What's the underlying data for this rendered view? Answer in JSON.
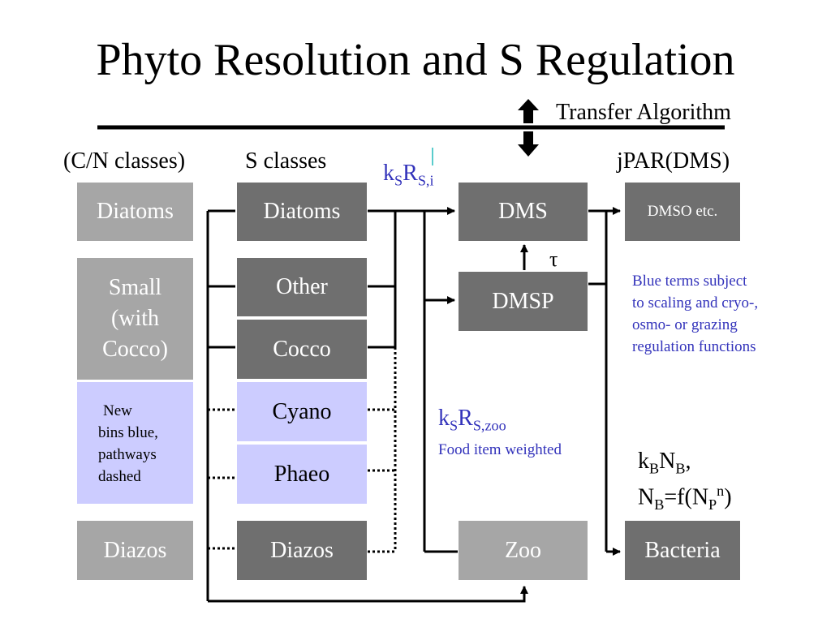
{
  "title": "Phyto Resolution and S Regulation",
  "transfer_label": "Transfer Algorithm",
  "headers": {
    "cn_classes": "(C/N classes)",
    "s_classes": "S classes",
    "jpar": "jPAR(DMS)"
  },
  "cn_boxes": {
    "diatoms": "Diatoms",
    "small_line1": "Small",
    "small_line2": "(with",
    "small_line3": "Cocco)",
    "new_line1": "New",
    "new_line2": "bins blue,",
    "new_line3": "pathways",
    "new_line4": "dashed",
    "diazos": "Diazos"
  },
  "s_boxes": {
    "diatoms": "Diatoms",
    "other": "Other",
    "cocco": "Cocco",
    "cyano": "Cyano",
    "phaeo": "Phaeo",
    "diazos": "Diazos"
  },
  "pools": {
    "dms": "DMS",
    "dmsp": "DMSP",
    "zoo": "Zoo",
    "dmso": "DMSO etc.",
    "bacteria": "Bacteria"
  },
  "formulas": {
    "ksrsi_k": "k",
    "ksrsi_ksub": "S",
    "ksrsi_r": "R",
    "ksrsi_rsub": "S,i",
    "ksrszoo_k": "k",
    "ksrszoo_ksub": "S",
    "ksrszoo_r": "R",
    "ksrszoo_rsub": "S,zoo",
    "food_item": "Food item weighted",
    "tau": "τ",
    "kbnb_k": "k",
    "kbnb_ksub": "B",
    "kbnb_n": "N",
    "kbnb_nsub": "B",
    "kbnb_tail": ",",
    "nb_n": "N",
    "nb_nsub": "B",
    "nb_eq": "=f(N",
    "nb_psub": "P",
    "nb_sup": "n",
    "nb_close": ")"
  },
  "blue_note": {
    "line1": "Blue terms subject",
    "line2": "to scaling and cryo-,",
    "line3": "osmo- or grazing",
    "line4": "regulation functions"
  },
  "colors": {
    "box_light": "#a6a6a6",
    "box_mid": "#808080",
    "box_dark": "#6f6f6f",
    "new_bins": "#ccccff",
    "blue_text": "#3333bb"
  }
}
